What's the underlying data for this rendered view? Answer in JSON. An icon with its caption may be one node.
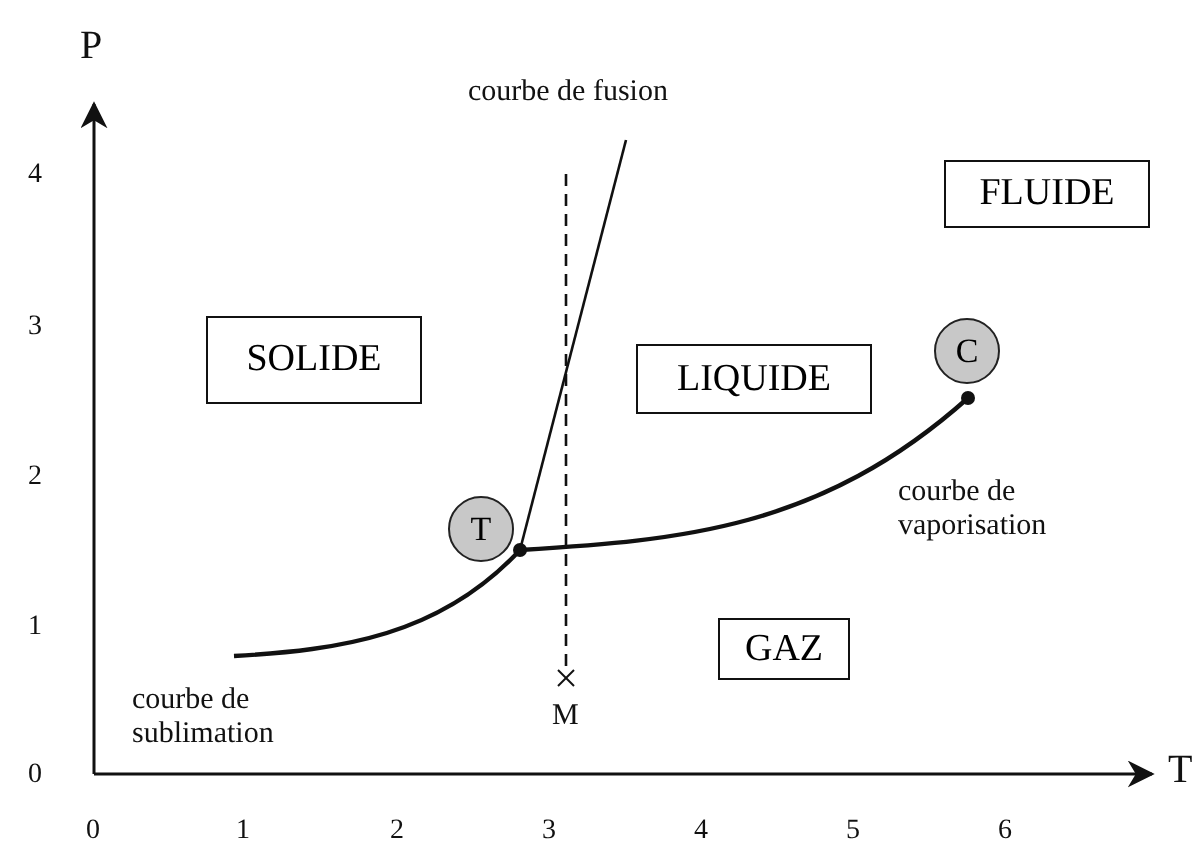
{
  "diagram": {
    "nodes": [
      {
        "text": [
          "SOLIDE"
        ]
      },
      {
        "text": [
          "FLUIDE"
        ]
      },
      {
        "text": [
          "C"
        ]
      },
      {
        "text": [
          "LIQUIDE"
        ]
      },
      {
        "text": [
          "T"
        ]
      },
      {
        "text": [
          "GAZ"
        ]
      }
    ],
    "labels": [
      "P",
      "4",
      "courbe de fusion",
      "3",
      "2",
      "courbe de vaporisation",
      "1",
      "courbe de sublimation",
      "M",
      "0",
      "T",
      "0",
      "1",
      "2",
      "3",
      "4",
      "5",
      "6"
    ]
  }
}
